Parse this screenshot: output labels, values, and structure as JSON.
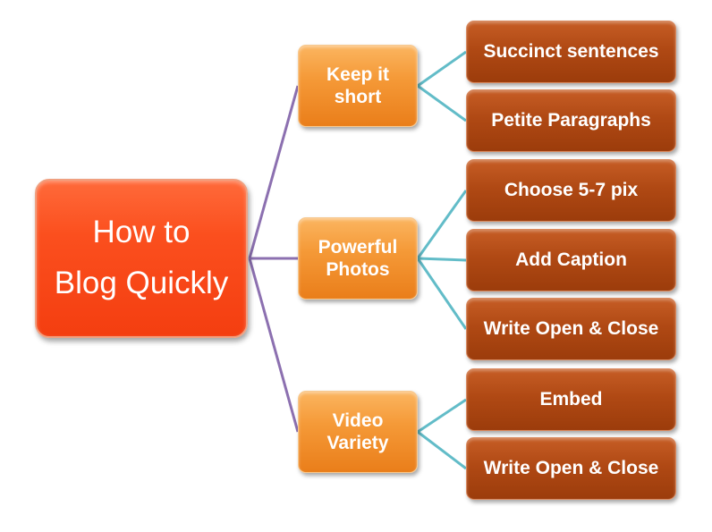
{
  "colors": {
    "root_fill": "#f64818",
    "branch_fill": "#f49432",
    "leaf_fill": "#a8450f",
    "root_connector": "#8c70b0",
    "leaf_connector": "#62bcc8",
    "text": "#ffffff"
  },
  "diagram": {
    "root": {
      "label": "How to\nBlog Quickly"
    },
    "branches": [
      {
        "label": "Keep it\nshort",
        "children": [
          {
            "label": "Succinct sentences"
          },
          {
            "label": "Petite Paragraphs"
          }
        ]
      },
      {
        "label": "Powerful\nPhotos",
        "children": [
          {
            "label": "Choose 5-7 pix"
          },
          {
            "label": "Add Caption"
          },
          {
            "label": "Write Open & Close"
          }
        ]
      },
      {
        "label": "Video\nVariety",
        "children": [
          {
            "label": "Embed"
          },
          {
            "label": "Write Open & Close"
          }
        ]
      }
    ]
  }
}
